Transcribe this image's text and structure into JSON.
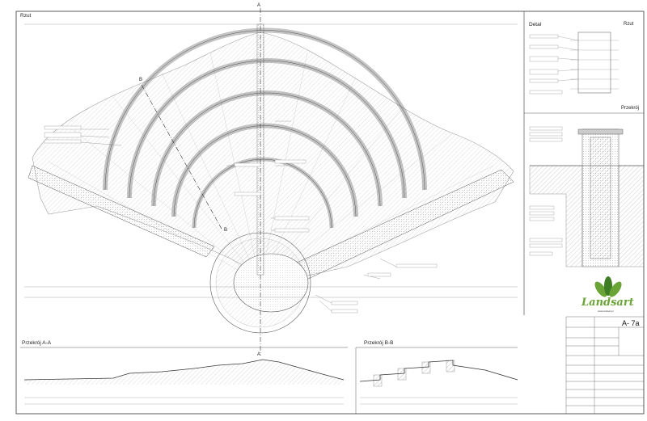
{
  "plan": {
    "title": "Rzut",
    "axis_a_top": "A",
    "axis_a_bottom": "A",
    "axis_b_top": "B",
    "axis_b_bottom": "B"
  },
  "detail": {
    "title": "Detal",
    "rzut_label": "Rzut",
    "przekroj_label": "Przekrój"
  },
  "sections": {
    "aa_title": "Przekrój A-A",
    "bb_title": "Przekrój B-B"
  },
  "logo": {
    "brand": "Landsart",
    "url": "www.landsart.pl"
  },
  "titleblock": {
    "sheet_number": "A- 7a"
  },
  "colors": {
    "line": "#555555",
    "hatch": "#9a9a9a",
    "brand_green": "#6aa436",
    "dark_green": "#3f7d24"
  }
}
